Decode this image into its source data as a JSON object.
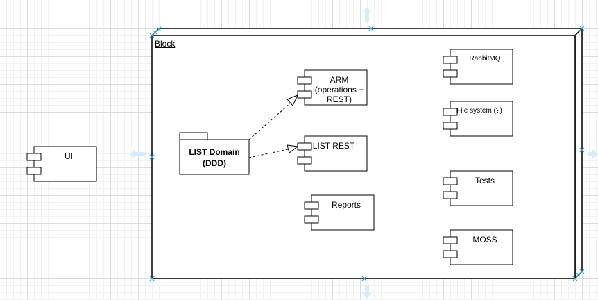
{
  "diagram": {
    "block": {
      "label": "Block"
    },
    "external": {
      "ui": {
        "label": "UI"
      }
    },
    "package": {
      "label_line1": "LIST Domain",
      "label_line2": "(DDD)"
    },
    "components": {
      "arm": {
        "line1": "ARM",
        "line2": "(operations +",
        "line3": "REST)"
      },
      "list_rest": {
        "label": "LIST REST"
      },
      "reports": {
        "label": "Reports"
      },
      "rabbitmq": {
        "label": "RabbitMQ"
      },
      "file_system": {
        "label": "File system (?)"
      },
      "tests": {
        "label": "Tests"
      },
      "moss": {
        "label": "MOSS"
      }
    },
    "relations": [
      {
        "from": "LIST Domain (DDD)",
        "to": "ARM (operations + REST)",
        "type": "dependency-realization"
      },
      {
        "from": "LIST Domain (DDD)",
        "to": "LIST REST",
        "type": "dependency-realization"
      }
    ],
    "colors": {
      "stroke": "#000000",
      "selection": "#29a9e0",
      "hint_arrow": "#d6ecf9",
      "grid_major": "#dcdcdc",
      "grid_minor": "#f1f1f1"
    }
  }
}
